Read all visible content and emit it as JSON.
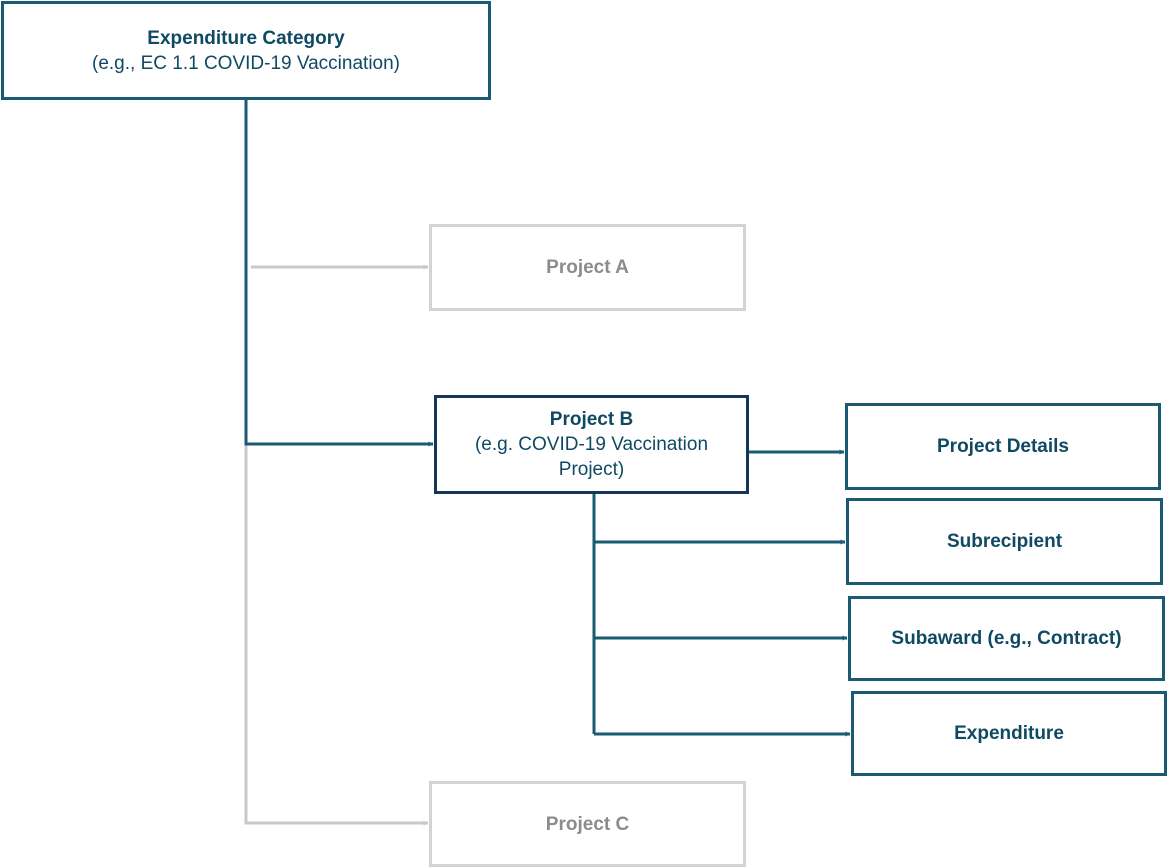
{
  "expenditure_category": {
    "title": "Expenditure Category",
    "example": "(e.g., EC 1.1 COVID-19 Vaccination)"
  },
  "project_a": {
    "label": "Project A"
  },
  "project_b": {
    "title": "Project B",
    "example_line1": "(e.g. COVID-19 Vaccination",
    "example_line2": "Project)"
  },
  "project_c": {
    "label": "Project C"
  },
  "details": [
    "Project Details",
    "Subrecipient",
    "Subaward (e.g., Contract)",
    "Expenditure"
  ],
  "colors": {
    "active_line": "#1b5a73",
    "inactive_line": "#c9c9c9",
    "active_text": "#0f4a62",
    "inactive_text": "#8c8c8c"
  }
}
